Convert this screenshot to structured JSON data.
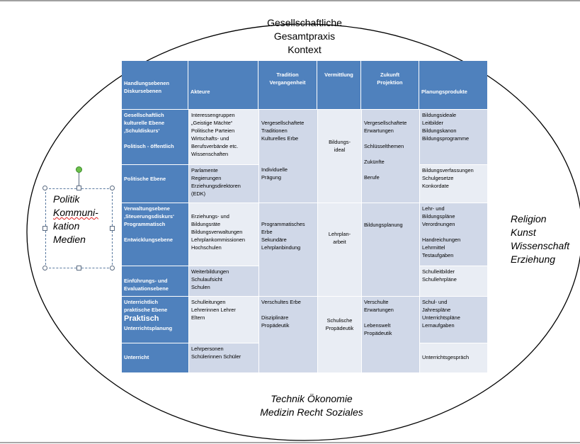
{
  "context_top": [
    "Gesellschaftliche",
    "Gesamtpraxis",
    "Kontext"
  ],
  "context_right": [
    "Religion",
    "Kunst",
    "Wissenschaft",
    "Erziehung"
  ],
  "context_bottom": [
    "Technik  Ökonomie",
    "Medizin Recht Soziales"
  ],
  "left_box": [
    "Politik",
    "Kommuni-",
    "kation",
    "Medien"
  ],
  "headers": {
    "ebenen": [
      "Handlungsebenen",
      "Diskursebenen"
    ],
    "akteure": [
      "Akteure"
    ],
    "tradition": [
      "Tradition",
      "Vergangenheit"
    ],
    "vermittlung": [
      "Vermittlung"
    ],
    "zukunft": [
      "Zukunft",
      "Projektion"
    ],
    "produkte": [
      "Planungsprodukte"
    ]
  },
  "levels": {
    "l1": [
      "Gesellschaftlich",
      "kulturelle Ebene",
      "‚Schuldiskurs‘",
      "",
      "Politisch - öffentlich"
    ],
    "l2": [
      "Politische Ebene"
    ],
    "l3": [
      "Verwaltungsebene",
      "‚Steuerungsdiskurs‘",
      "Programmatisch",
      "",
      "Entwicklungsebene"
    ],
    "l4": [
      "Einführungs-  und",
      "Evaluationsebene"
    ],
    "l5_a": [
      "Unterrichtlich",
      "praktische  Ebene"
    ],
    "l5_big": "Praktisch",
    "l5_b": [
      "Unterrichtsplanung"
    ],
    "l6": [
      "Unterricht"
    ]
  },
  "akteure": {
    "r1": [
      "Interessengruppen",
      "  „Geistige  Mächte“",
      "  Politische Parteien",
      "  Wirtschafts- und",
      "  Berufsverbände  etc.",
      "  Wissenschaften"
    ],
    "r2": [
      "Parlamente",
      "Regierungen",
      "Erziehungsdirektoren",
      "(EDK)"
    ],
    "r3": [
      "Erziehungs-  und",
      "Bildungsräte",
      "Bildungsverwaltungen",
      "Lehrplankommissionen",
      "Hochschulen"
    ],
    "r4": [
      "Weiterbildungen",
      "Schulaufsicht",
      "Schulen"
    ],
    "r5": [
      "Schulleitungen",
      "Lehrerinnen  Lehrer",
      "Eltern"
    ],
    "r6": [
      "Lehrpersonen",
      "Schülerinnen  Schüler"
    ]
  },
  "tradition": {
    "a": [
      "Vergesellschaftete",
      "Traditionen",
      "Kulturelles Erbe",
      "",
      "",
      "",
      "Individuelle",
      "Prägung"
    ],
    "b": [
      "Programmatisches",
      "Erbe",
      "Sekundäre",
      "Lehrplanbindung"
    ],
    "c": [
      "Verschultes  Erbe",
      "",
      "Disziplinäre",
      "Propädeutik"
    ]
  },
  "vermittlung": {
    "a": [
      "Bildungs-",
      "ideal"
    ],
    "b": [
      "Lehrplan-",
      "arbeit"
    ],
    "c": [
      "Schulische",
      "Propädeutik"
    ]
  },
  "zukunft": {
    "a": [
      "Vergesellschaftete",
      "Erwartungen",
      "",
      "Schlüsselthemen",
      "",
      "Zukünfte",
      "",
      "Berufe"
    ],
    "b": [
      "Bildungsplanung"
    ],
    "c": [
      "Verschulte",
      "Erwartungen",
      "",
      "Lebenswelt",
      "Propädeutik"
    ]
  },
  "produkte": {
    "r1": [
      "Bildungsideale",
      "Leitbilder",
      "Bildungskanon",
      "Bildungsprogramme"
    ],
    "r2": [
      "Bildungsverfassungen",
      "Schulgesetze",
      "Konkordate"
    ],
    "r3": [
      "Lehr- und",
      "Bildungspläne",
      "Verordnungen",
      "",
      "Handreichungen",
      "Lehrmittel",
      "Testaufgaben"
    ],
    "r4": [
      "Schulleitbilder",
      "Schullehrpläne"
    ],
    "r5": [
      "Schul-  und",
      "Jahrespläne",
      "Unterrichtspläne",
      "Lernaufgaben"
    ],
    "r6": [
      "Unterrichtsgespräch"
    ]
  },
  "colors": {
    "header": "#4f81bd",
    "cell_dark": "#d0d8e8",
    "cell_light": "#e9edf4",
    "rotate_handle": "#6cc04a"
  }
}
